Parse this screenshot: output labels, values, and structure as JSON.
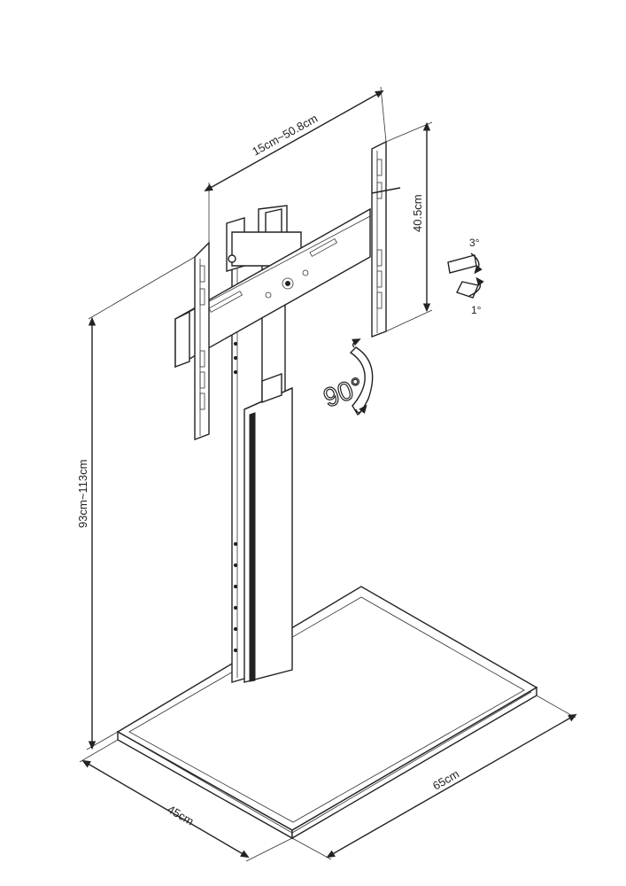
{
  "dimensions": {
    "vesa_width": "15cm~50.8cm",
    "vesa_height": "40.5cm",
    "stand_height": "93cm~113cm",
    "base_depth": "45cm",
    "base_width": "65cm"
  },
  "rotation": {
    "swivel": "90°",
    "tilt_up": "3°",
    "tilt_down": "1°"
  },
  "colors": {
    "line": "#222222",
    "background": "#ffffff"
  }
}
